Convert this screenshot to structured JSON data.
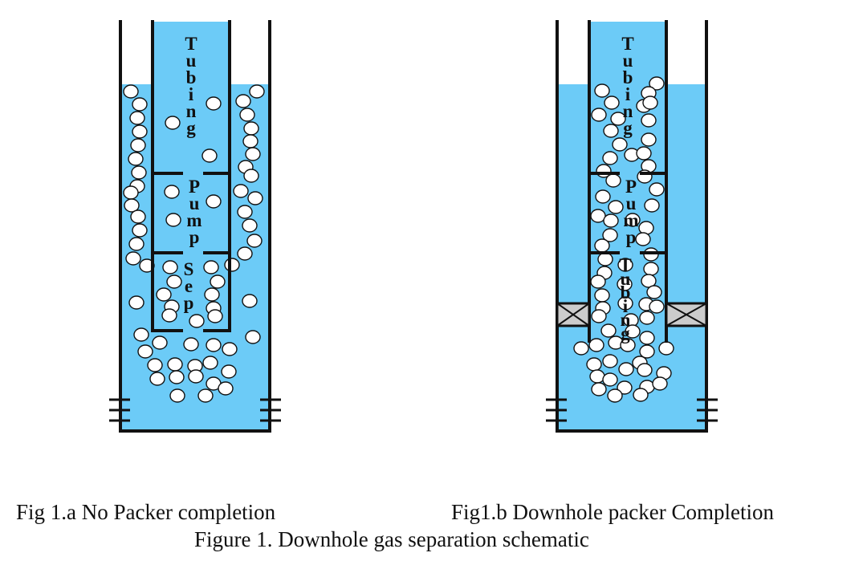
{
  "colors": {
    "fluid": "#6ccbf7",
    "wall": "#111111",
    "bubble_fill": "#ffffff",
    "bubble_stroke": "#111111",
    "packer_fill": "#cccccc",
    "background": "#ffffff"
  },
  "fig_a": {
    "caption": "Fig 1.a No Packer completion",
    "labels": {
      "tubing": "Tubing",
      "pump": "Pump",
      "separator": "Sep"
    }
  },
  "fig_b": {
    "caption": "Fig1.b Downhole packer Completion",
    "labels": {
      "tubing": "Tubing",
      "pump": "Pump",
      "lower_tubing": "Tubing"
    }
  },
  "figure_caption": "Figure 1. Downhole gas separation schematic",
  "icons": {
    "bubble": "gas-bubble-icon",
    "packer": "packer-icon",
    "perforation": "perforation-icon"
  }
}
